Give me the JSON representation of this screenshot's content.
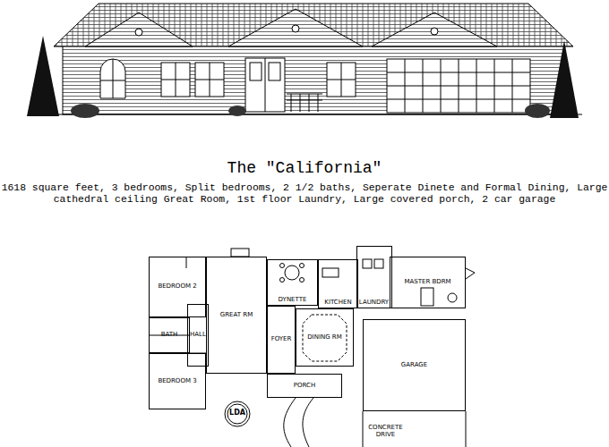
{
  "diagram": {
    "title": "The \"California\"",
    "caption": "1618 square feet, 3 bedrooms, Split bedrooms, 2 1/2 baths, Seperate Dinete and Formal Dining, Large cathedral ceiling Great Room, 1st floor Laundry, Large covered porch, 2 car garage",
    "nodes": [
      {
        "text": [
          "BEDROOM 2"
        ]
      },
      {
        "text": [
          "BATH"
        ]
      },
      {
        "text": [
          "HALL"
        ]
      },
      {
        "text": [
          "BEDROOM 3"
        ]
      },
      {
        "text": [
          "GREAT RM"
        ]
      },
      {
        "text": [
          "DYNETTE"
        ]
      },
      {
        "text": [
          "KITCHEN"
        ]
      },
      {
        "text": [
          "FOYER"
        ]
      },
      {
        "text": [
          "DINING RM"
        ]
      },
      {
        "text": [
          "PORCH"
        ]
      },
      {
        "text": [
          "LAUNDRY"
        ]
      },
      {
        "text": [
          "MASTER BDRM"
        ]
      },
      {
        "text": [
          "GARAGE"
        ]
      }
    ],
    "labels": [
      "CONCRETE DRIVE",
      "LDA"
    ]
  }
}
